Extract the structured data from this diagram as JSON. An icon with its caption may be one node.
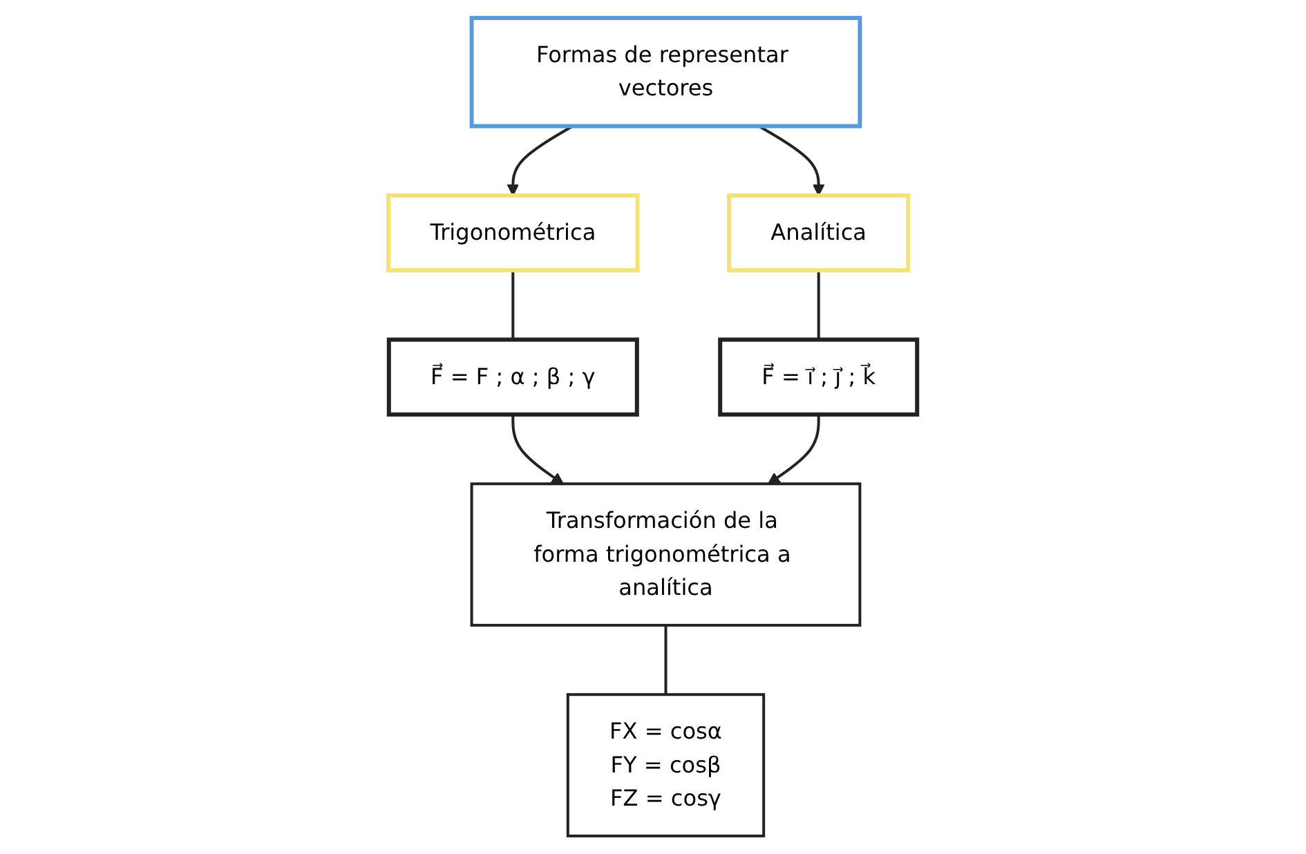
{
  "diagram": {
    "nodes": [
      {
        "text": [
          "Formas de representar vectores"
        ]
      },
      {
        "text": [
          "Trigonométrica"
        ]
      },
      {
        "text": [
          "Analítica"
        ]
      },
      {
        "text": [
          "F⃗ = F ; α ; β ; γ"
        ]
      },
      {
        "text": [
          "Transformación de la forma trigonométrica a analítica"
        ]
      },
      {
        "text": [
          "F⃗ = i⃗ ; j⃗ ; k⃗"
        ]
      },
      {
        "text": [
          "FX = cosα",
          "FY = cosβ",
          "FZ = cosγ"
        ]
      }
    ],
    "edges": [
      {
        "from": 0,
        "to": 1,
        "arrow": "to"
      },
      {
        "from": 0,
        "to": 2,
        "arrow": "to"
      },
      {
        "from": 1,
        "to": 3,
        "arrow": "none"
      },
      {
        "from": 2,
        "to": 5,
        "arrow": "none"
      },
      {
        "from": 3,
        "to": 4,
        "arrow": "to"
      },
      {
        "from": 5,
        "to": 4,
        "arrow": "to"
      },
      {
        "from": 4,
        "to": 6,
        "arrow": "none"
      }
    ]
  }
}
